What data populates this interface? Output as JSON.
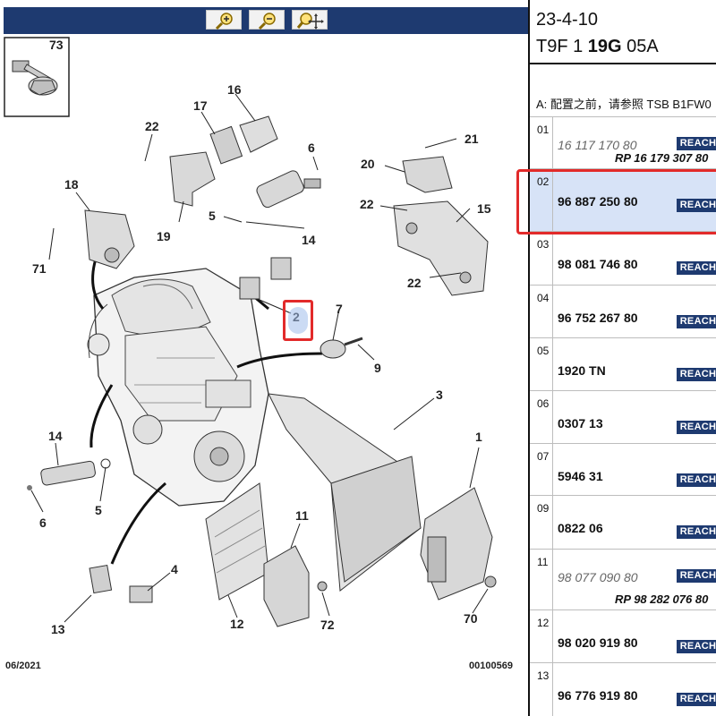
{
  "toolbar": {
    "zoom_in_icon": "zoom-in-icon",
    "zoom_out_icon": "zoom-out-icon",
    "zoom_fit_icon": "zoom-fit-icon",
    "color": "#1e3a70"
  },
  "diagram": {
    "labels": [
      "73",
      "16",
      "17",
      "22",
      "6",
      "18",
      "21",
      "20",
      "22",
      "15",
      "19",
      "5",
      "14",
      "71",
      "22",
      "2",
      "7",
      "9",
      "3",
      "14",
      "1",
      "5",
      "6",
      "11",
      "4",
      "12",
      "72",
      "70",
      "13"
    ],
    "footer_date": "06/2021",
    "footer_ref": "00100569"
  },
  "list": {
    "date": "23-4-10",
    "code_part1": "T9F 1 ",
    "code_part2": "19G",
    "code_part3": " 05A",
    "note": "A:  配置之前，请参照 TSB B1FW0",
    "badge": "REACH",
    "rows": [
      {
        "num": "01",
        "part": "16 117 170 80",
        "rp": "RP 16 179 307 80",
        "muted": true
      },
      {
        "num": "02",
        "part": "96 887 250 80",
        "rp": "",
        "selected": true
      },
      {
        "num": "03",
        "part": "98 081 746 80",
        "rp": ""
      },
      {
        "num": "04",
        "part": "96 752 267 80",
        "rp": ""
      },
      {
        "num": "05",
        "part": "1920 TN",
        "rp": ""
      },
      {
        "num": "06",
        "part": "0307 13",
        "rp": ""
      },
      {
        "num": "07",
        "part": "5946 31",
        "rp": ""
      },
      {
        "num": "09",
        "part": "0822 06",
        "rp": ""
      },
      {
        "num": "11",
        "part": "98 077 090 80",
        "rp": "RP 98 282 076 80",
        "muted": true
      },
      {
        "num": "12",
        "part": "98 020 919 80",
        "rp": ""
      },
      {
        "num": "13",
        "part": "96 776 919 80",
        "rp": ""
      }
    ],
    "highlight_color": "#e22a2a",
    "selected_color": "#d7e3f7"
  }
}
